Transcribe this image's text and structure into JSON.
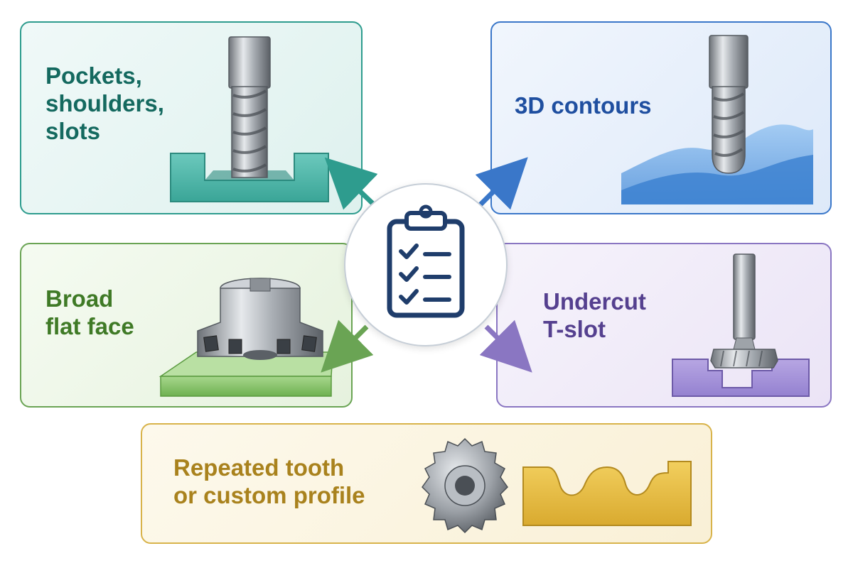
{
  "hub": {
    "icon": "clipboard-checklist-icon"
  },
  "cards": {
    "pockets": {
      "lines": [
        "Pockets,",
        "shoulders,",
        "slots"
      ],
      "icon": "end-mill-in-slot-icon",
      "accent": "#2e9c8e"
    },
    "contours": {
      "lines": [
        "3D contours"
      ],
      "icon": "ball-end-mill-on-surface-icon",
      "accent": "#3a77c9"
    },
    "face": {
      "lines": [
        "Broad",
        "flat face"
      ],
      "icon": "face-mill-on-plate-icon",
      "accent": "#6aa454"
    },
    "undercut": {
      "lines": [
        "Undercut",
        "T-slot"
      ],
      "icon": "t-slot-cutter-icon",
      "accent": "#8a76c2"
    },
    "tooth": {
      "lines": [
        "Repeated tooth",
        "or custom profile"
      ],
      "icon": "form-cutter-with-profile-icon",
      "accent": "#d8b34a"
    }
  }
}
